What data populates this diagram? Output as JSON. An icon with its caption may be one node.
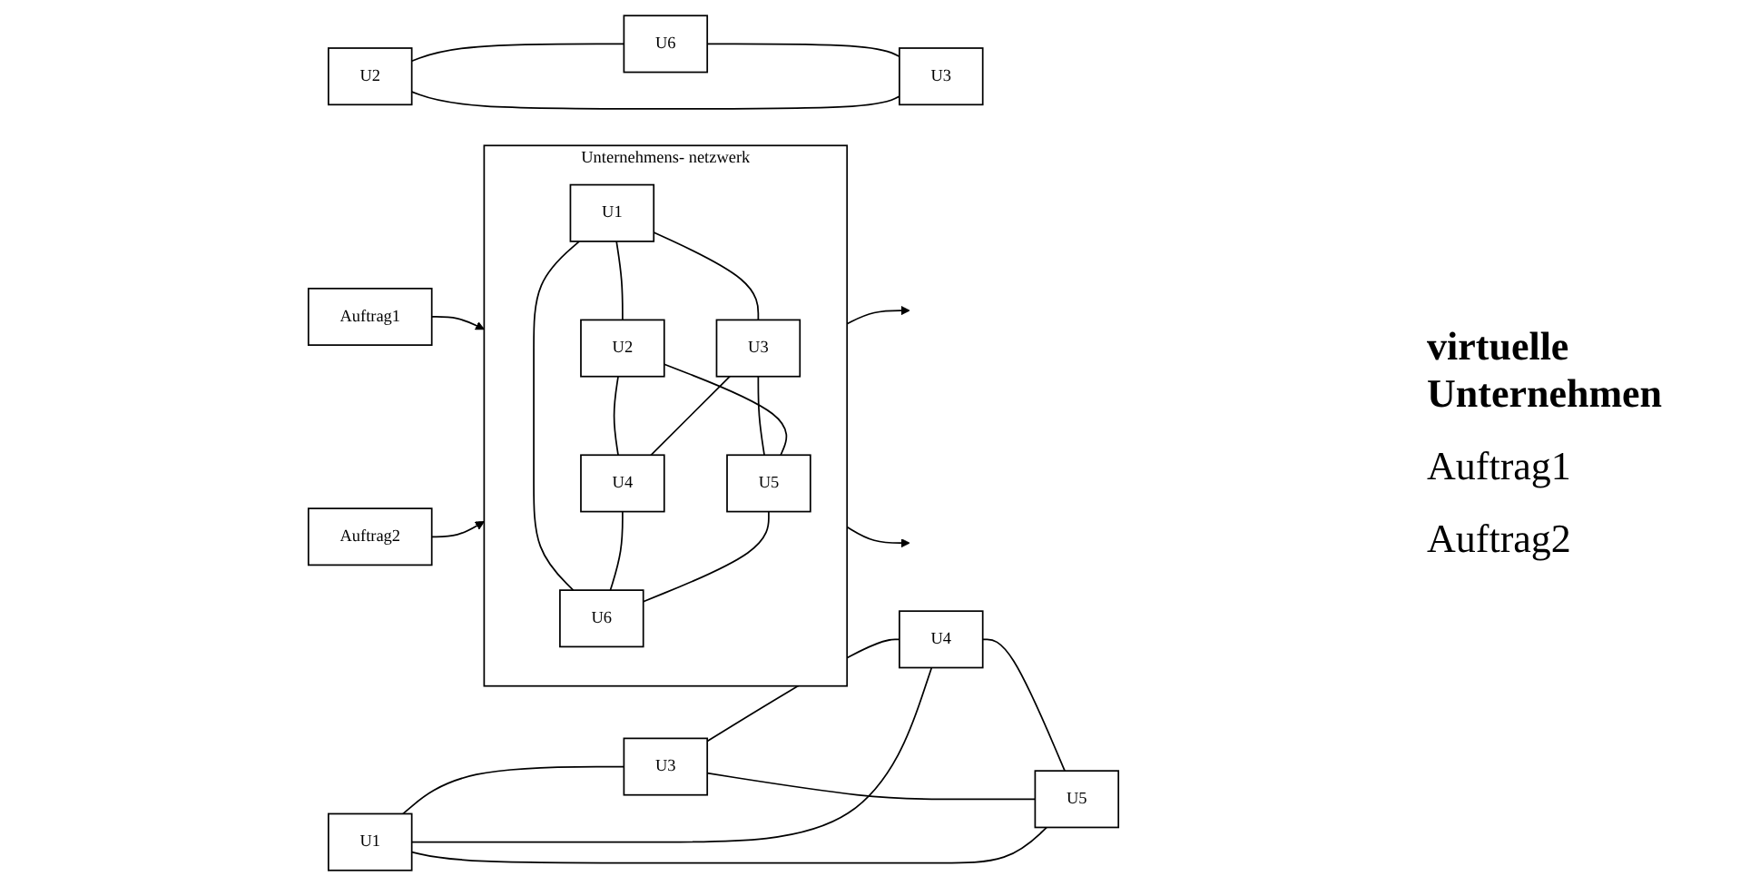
{
  "diagram": {
    "nodes": [
      {
        "text": [
          "Auftrag1"
        ]
      },
      {
        "text": [
          "Auftrag2"
        ]
      },
      {
        "text": [
          "Unternehmens- netzwerk"
        ]
      },
      {
        "text": [
          "U1"
        ],
        "in": 2
      },
      {
        "text": [
          "U2"
        ],
        "in": 2
      },
      {
        "text": [
          "U3"
        ],
        "in": 2
      },
      {
        "text": [
          "U4"
        ],
        "in": 2
      },
      {
        "text": [
          "U5"
        ],
        "in": 2
      },
      {
        "text": [
          "U6"
        ],
        "in": 2
      },
      {
        "text": [
          "U2"
        ]
      },
      {
        "text": [
          "U6"
        ]
      },
      {
        "text": [
          "U3"
        ]
      },
      {
        "text": [
          "U1"
        ]
      },
      {
        "text": [
          "U3"
        ]
      },
      {
        "text": [
          "U4"
        ]
      },
      {
        "text": [
          "U5"
        ]
      }
    ],
    "edges": [
      {
        "from": 0,
        "to": 2,
        "arrow": "to"
      },
      {
        "from": 1,
        "to": 2,
        "arrow": "to"
      },
      {
        "from": 2,
        "to": null,
        "arrow": "to"
      },
      {
        "from": 2,
        "to": null,
        "arrow": "to"
      },
      {
        "from": 3,
        "to": 4,
        "arrow": "none"
      },
      {
        "from": 3,
        "to": 5,
        "arrow": "none"
      },
      {
        "from": 3,
        "to": 8,
        "arrow": "none"
      },
      {
        "from": 4,
        "to": 6,
        "arrow": "none"
      },
      {
        "from": 5,
        "to": 7,
        "arrow": "none"
      },
      {
        "from": 4,
        "to": 7,
        "arrow": "none"
      },
      {
        "from": 5,
        "to": 6,
        "arrow": "none"
      },
      {
        "from": 6,
        "to": 8,
        "arrow": "none"
      },
      {
        "from": 7,
        "to": 8,
        "arrow": "none"
      },
      {
        "from": 9,
        "to": 10,
        "arrow": "none"
      },
      {
        "from": 9,
        "to": 11,
        "arrow": "none"
      },
      {
        "from": 10,
        "to": 11,
        "arrow": "none"
      },
      {
        "from": 12,
        "to": 13,
        "arrow": "none"
      },
      {
        "from": 12,
        "to": 14,
        "arrow": "none"
      },
      {
        "from": 13,
        "to": 14,
        "arrow": "none"
      },
      {
        "from": 12,
        "to": 15,
        "arrow": "none"
      },
      {
        "from": 13,
        "to": 15,
        "arrow": "none"
      },
      {
        "from": 14,
        "to": 15,
        "arrow": "none"
      }
    ],
    "labels": [
      "virtuelle Unternehmen",
      "Auftrag1",
      "Auftrag2"
    ]
  }
}
